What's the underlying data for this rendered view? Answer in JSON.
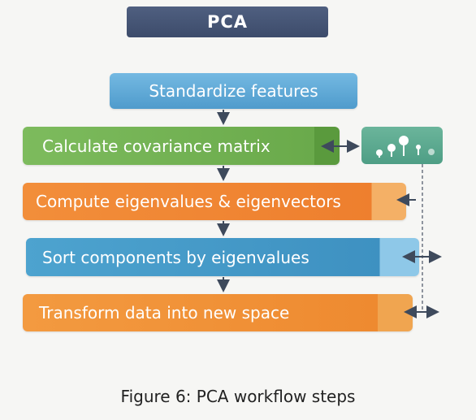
{
  "title": "PCA",
  "steps": [
    "Standardize features",
    "Calculate covariance matrix",
    "Compute eigenvalues & eigenvectors",
    "Sort components by eigenvalues",
    "Transform data into new space"
  ],
  "caption": "Figure 6: PCA workflow steps",
  "colors": {
    "title": "#44536f",
    "standardize": "#5fa8d6",
    "covariance": "#72b153",
    "eigen": "#f08634",
    "sort": "#4598c7",
    "transform": "#f19236",
    "scatter_panel": "#5aa88e",
    "arrows": "#3e4a5c"
  },
  "icons": [
    "down-arrow-icon",
    "double-arrow-icon",
    "scatter-plot-icon",
    "dashed-connector"
  ]
}
